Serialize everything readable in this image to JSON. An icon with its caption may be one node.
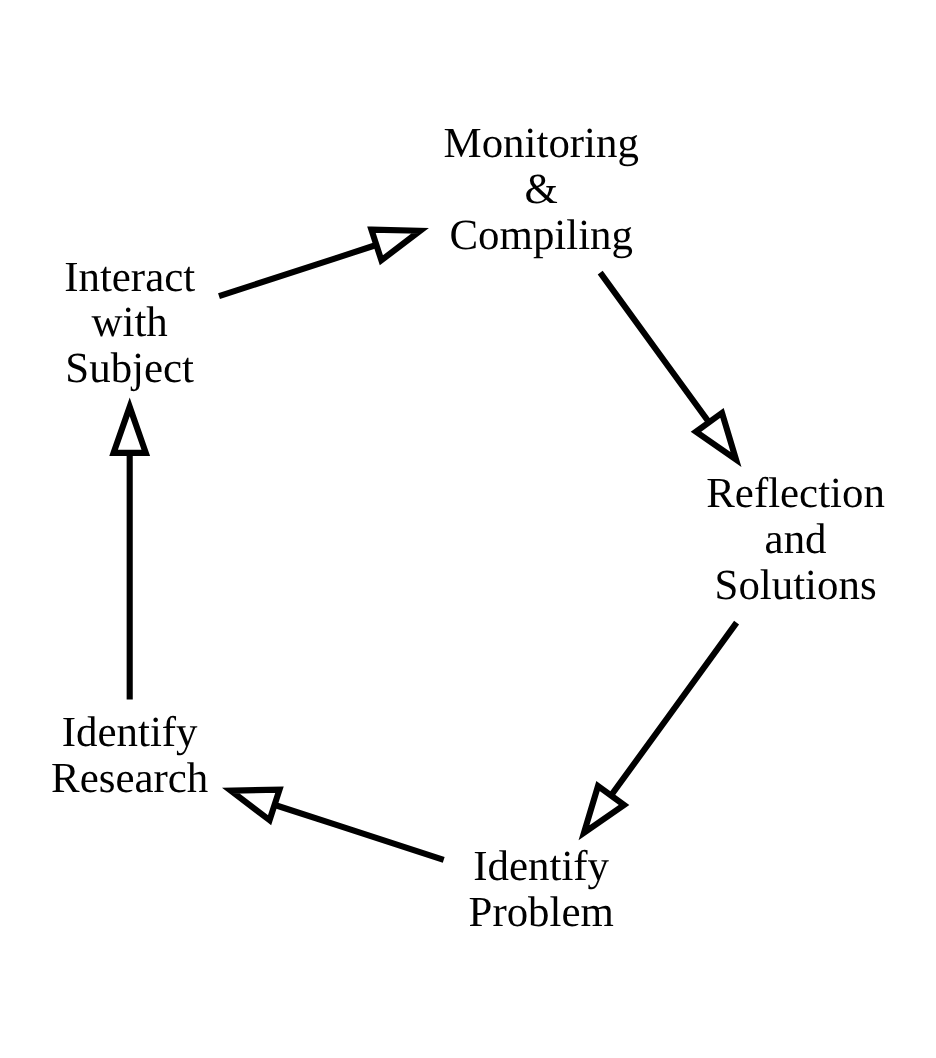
{
  "diagram": {
    "nodes": [
      {
        "text": [
          "Identify Problem"
        ]
      },
      {
        "text": [
          "Identify Research"
        ]
      },
      {
        "text": [
          "Interact with Subject"
        ]
      },
      {
        "text": [
          "Monitoring & Compiling"
        ]
      },
      {
        "text": [
          "Reflection and Solutions"
        ]
      }
    ],
    "edges": [
      {
        "from": 0,
        "to": 1,
        "arrow": "to"
      },
      {
        "from": 1,
        "to": 2,
        "arrow": "to"
      },
      {
        "from": 2,
        "to": 3,
        "arrow": "to"
      },
      {
        "from": 3,
        "to": 4,
        "arrow": "to"
      },
      {
        "from": 4,
        "to": 0,
        "arrow": "to"
      }
    ]
  }
}
